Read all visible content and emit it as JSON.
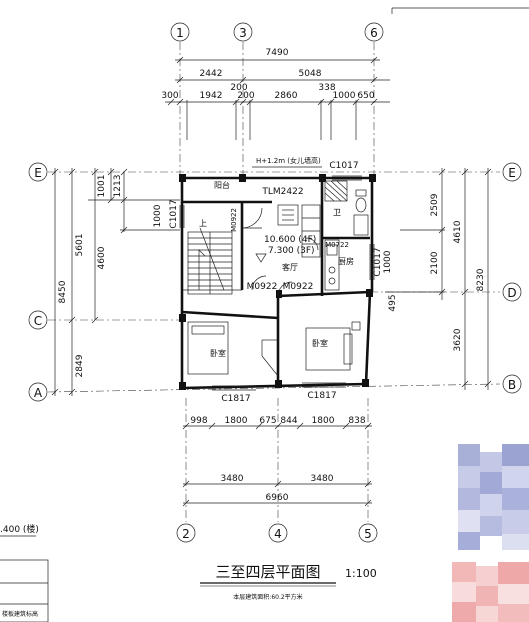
{
  "axes": {
    "top": [
      "1",
      "3",
      "6"
    ],
    "bottom": [
      "2",
      "4",
      "5"
    ],
    "left": [
      "E",
      "C",
      "A"
    ],
    "right": [
      "E",
      "D",
      "B"
    ]
  },
  "top_dims": {
    "overall": "7490",
    "row2": [
      "2442",
      "5048"
    ],
    "row3": [
      "300",
      "1942",
      "200",
      "200",
      "2860",
      "338",
      "1000",
      "650"
    ]
  },
  "bottom_dims": {
    "row1": [
      "998",
      "1800",
      "675",
      "844",
      "1800",
      "838"
    ],
    "row2": [
      "3480",
      "3480"
    ],
    "overall": "6960"
  },
  "left_dims": {
    "outer": "8450",
    "mid": [
      "5601",
      "2849"
    ],
    "inner": "4600",
    "small": [
      "1001",
      "1213",
      "1000"
    ]
  },
  "right_dims": {
    "outer": "8230",
    "mid": [
      "4610",
      "3620"
    ],
    "inner": [
      "2509",
      "2100",
      "495"
    ]
  },
  "labels": {
    "parapet": "H+1.2m (女儿墙高)",
    "c1017_top": "C1017",
    "c1017_left": "C1017",
    "c1017_right": "C1017",
    "balcony": "阳台",
    "tlm": "TLM2422",
    "m0922_a": "M0922",
    "m0922_b": "M0922",
    "m0922_c": "M0922",
    "m0722": "M0722",
    "bath": "卫",
    "kitchen": "厨房",
    "living": "客厅",
    "up": "上",
    "level1": "10.600 (4F)",
    "level2": "7.300 (3F)",
    "bed1": "卧室",
    "bed2": "卧室",
    "c1817_a": "C1817",
    "c1817_b": "C1817",
    "side_num": "1000"
  },
  "title": "三至四层平面图",
  "scale": "1:100",
  "note": "本层建筑面积:60.2平方米",
  "left_legend": {
    "elev": ".400 (楼)",
    "row_label": "楼板建筑标高"
  }
}
